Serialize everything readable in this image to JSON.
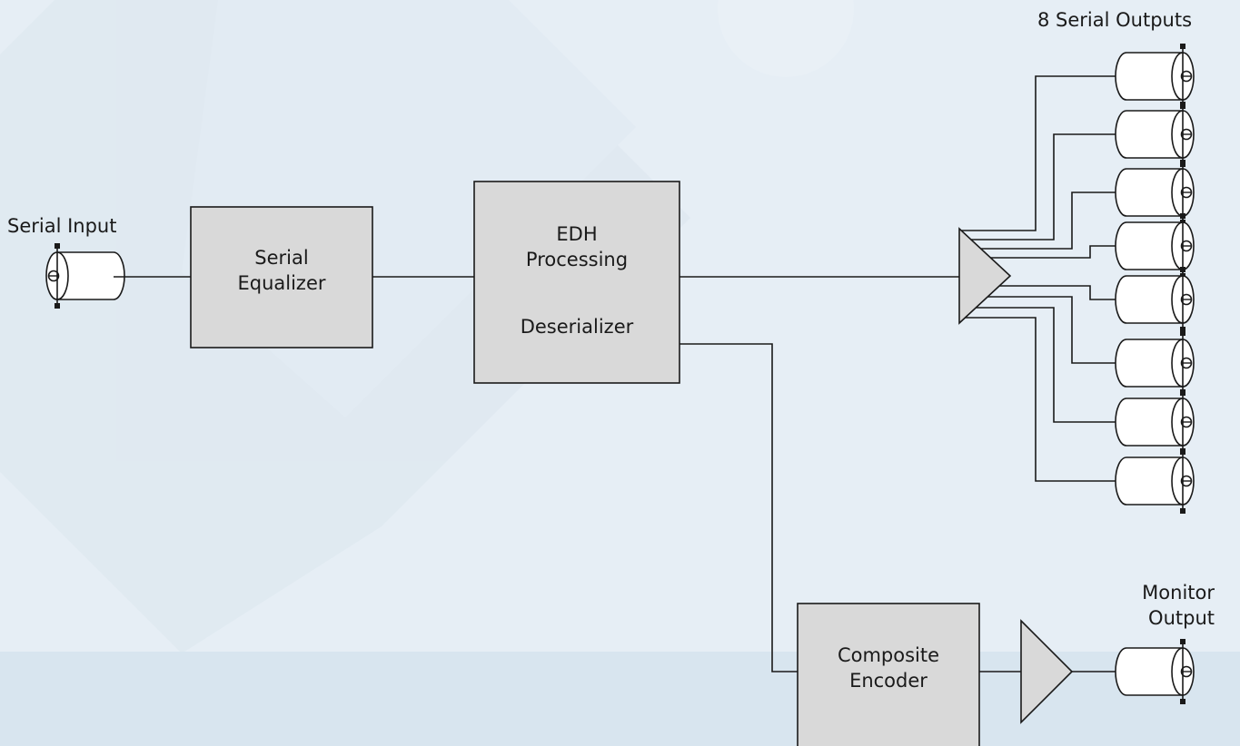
{
  "colors": {
    "background": "#e6eef5",
    "lower_band": "#d8e5ef",
    "block_fill": "#d9d9d9",
    "line": "#1a1a1a"
  },
  "labels": {
    "serial_input": "Serial Input",
    "serial_outputs": "8 Serial Outputs",
    "monitor_output_line1": "Monitor",
    "monitor_output_line2": "Output"
  },
  "blocks": {
    "equalizer": {
      "line1": "Serial",
      "line2": "Equalizer"
    },
    "edh": {
      "line1": "EDH",
      "line2": "Processing",
      "line3": "Deserializer"
    },
    "encoder": {
      "line1": "Composite",
      "line2": "Encoder"
    }
  },
  "icons": {
    "connector": "bnc-connector-icon",
    "amplifier": "amplifier-triangle-icon"
  }
}
